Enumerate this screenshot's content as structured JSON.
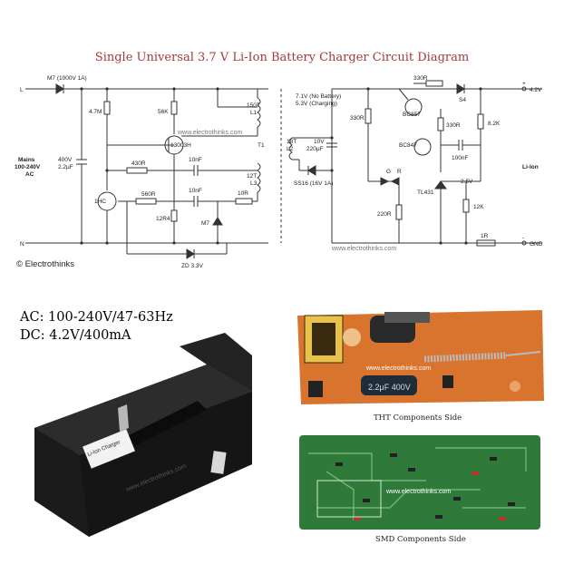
{
  "title": "Single Universal 3.7 V Li-Ion Battery Charger Circuit Diagram",
  "copyright": "© Electrothinks",
  "watermark": "www.electrothinks.com",
  "specs": {
    "ac": "AC: 100-240V/47-63Hz",
    "dc": "DC: 4.2V/400mA"
  },
  "circuit": {
    "node_l": "L",
    "node_n": "N",
    "mains_label": [
      "Mains",
      "100-240V",
      "AC"
    ],
    "m7_1000v": "M7 (1000V 1A)",
    "r_4m7": "4.7M",
    "r_56k": "56K",
    "cap_400v": [
      "400V",
      "2.2μF"
    ],
    "q_13003h": "13003H",
    "r_430r": "430R",
    "c_10nf_a": "10nF",
    "c_10nf_b": "10nF",
    "r_560r": "560R",
    "r_12r4": "12R4",
    "m7": "M7",
    "r_10r": "10R",
    "q_1hc": "1HC",
    "zd": "ZD 3.3V",
    "t1": "T1",
    "l1": [
      "150T",
      "L1"
    ],
    "l3": [
      "12T",
      "L3"
    ],
    "l2": [
      "18T",
      "L2"
    ],
    "cap_10v": [
      "10V",
      "220μF"
    ],
    "ss16": "SS16 (16V 1A)",
    "volt_note": [
      "7.1V (No Battery)",
      "5.3V (Charging)"
    ],
    "r_330r_top": "330R",
    "s4": "S4",
    "out_pos": "+",
    "out_v": "4.2V",
    "r_330r_left": "330R",
    "bc857": "BC857",
    "r_330r_mid": "330R",
    "r_8k2": "8.2K",
    "bc847": "BC847",
    "c_100nf": "100nF",
    "led_g": "G",
    "led_r": "R",
    "tl431": "TL431",
    "v_2_5": "2.5V",
    "r_12k": "12K",
    "r_220r": "220R",
    "r_1r": "1R",
    "gnd_sign": "-",
    "gnd": "GND",
    "li_ion": "Li-Ion"
  },
  "photos": {
    "charger_label": "Li-Ion Charger",
    "tht_caption": "THT Components Side",
    "smd_caption": "SMD Components Side",
    "cap_marking": "2.2μF 400V"
  }
}
